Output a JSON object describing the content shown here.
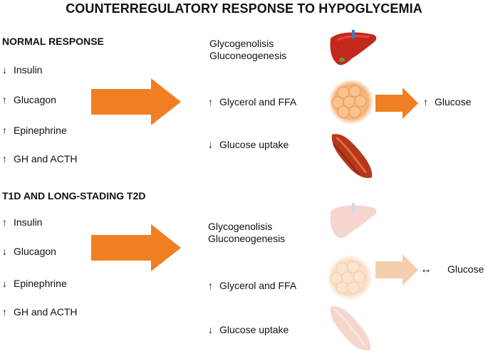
{
  "title": "COUNTERREGULATORY RESPONSE TO HYPOGLYCEMIA",
  "colors": {
    "arrow": "#ef7f22",
    "arrow_faded": "#f3cfae",
    "liver": "#c4281c",
    "fat": "#f1b072",
    "muscle": "#b6381b"
  },
  "normal": {
    "heading": "NORMAL RESPONSE",
    "hormones": [
      {
        "dir": "↓",
        "label": "Insulin"
      },
      {
        "dir": "↑",
        "label": "Glucagon"
      },
      {
        "dir": "↑",
        "label": "Epinephrine"
      },
      {
        "dir": "↑",
        "label": "GH and ACTH"
      }
    ],
    "effects": {
      "glyco": "Glycogenolisis",
      "gluconeo": "Gluconeogenesis",
      "glycerol_dir": "↑",
      "glycerol": "Glycerol and FFA",
      "uptake_dir": "↓",
      "uptake": "Glucose uptake"
    },
    "glucose_dir": "↑",
    "glucose": "Glucose",
    "icons": [
      "liver-icon",
      "adipose-tissue-icon",
      "muscle-icon"
    ]
  },
  "diabetes": {
    "heading": "T1D AND LONG-STADING T2D",
    "hormones": [
      {
        "dir": "↑",
        "label": "Insulin"
      },
      {
        "dir": "↓",
        "label": "Glucagon"
      },
      {
        "dir": "↓",
        "label": "Epinephrine"
      },
      {
        "dir": "↑",
        "label": "GH and ACTH"
      }
    ],
    "effects": {
      "glyco": "Glycogenolisis",
      "gluconeo": "Gluconeogenesis",
      "glycerol_dir": "↑",
      "glycerol": "Glycerol and FFA",
      "uptake_dir": "↓",
      "uptake": "Glucose uptake"
    },
    "glucose_dir": "↔",
    "glucose": "Glucose",
    "icons": [
      "liver-icon-faded",
      "adipose-tissue-icon-faded",
      "muscle-icon-faded"
    ]
  }
}
